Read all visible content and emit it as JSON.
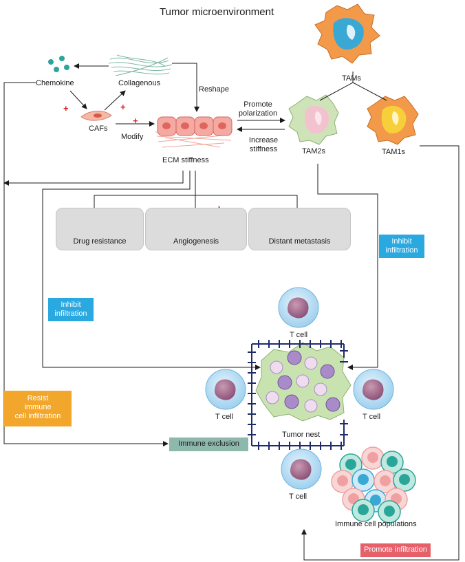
{
  "title": "Tumor microenvironment",
  "labels": {
    "chemokine": "Chemokine",
    "collagenous": "Collagenous",
    "reshape": "Reshape",
    "cafs": "CAFs",
    "modify": "Modify",
    "ecm_stiffness": "ECM stiffness",
    "tams": "TAMs",
    "tam2s": "TAM2s",
    "tam1s": "TAM1s",
    "promote_polarization": "Promote\npolarization",
    "increase_stiffness": "Increase\nstiffness",
    "plus": "+"
  },
  "panels": {
    "drug_resistance": "Drug resistance",
    "angiogenesis": "Angiogenesis",
    "distant_metastasis": "Distant metastasis"
  },
  "boxes": {
    "inhibit_left": "Inhibit\ninfiltration",
    "inhibit_right": "Inhibit\ninfiltration",
    "resist": "Resist\nimmune\ncell infiltration",
    "immune_exclusion": "Immune exclusion",
    "promote_infiltration": "Promote infiltration"
  },
  "cells": {
    "t_cell_top": "T cell",
    "t_cell_left": "T cell",
    "t_cell_right": "T cell",
    "t_cell_bottom": "T cell",
    "tumor_nest": "Tumor nest",
    "immune_populations": "Immune cell populations"
  },
  "colors": {
    "t_cell_outer": "#bfe0f4",
    "t_cell_nucleus": "#a06a8c",
    "tam_orange": "#f29a4a",
    "tam_green": "#cfe3b8",
    "tumor_green": "#c9e3b0",
    "purple": "#a98bc9",
    "fence": "#1f2a6a",
    "arrow": "#1a1a1a"
  }
}
